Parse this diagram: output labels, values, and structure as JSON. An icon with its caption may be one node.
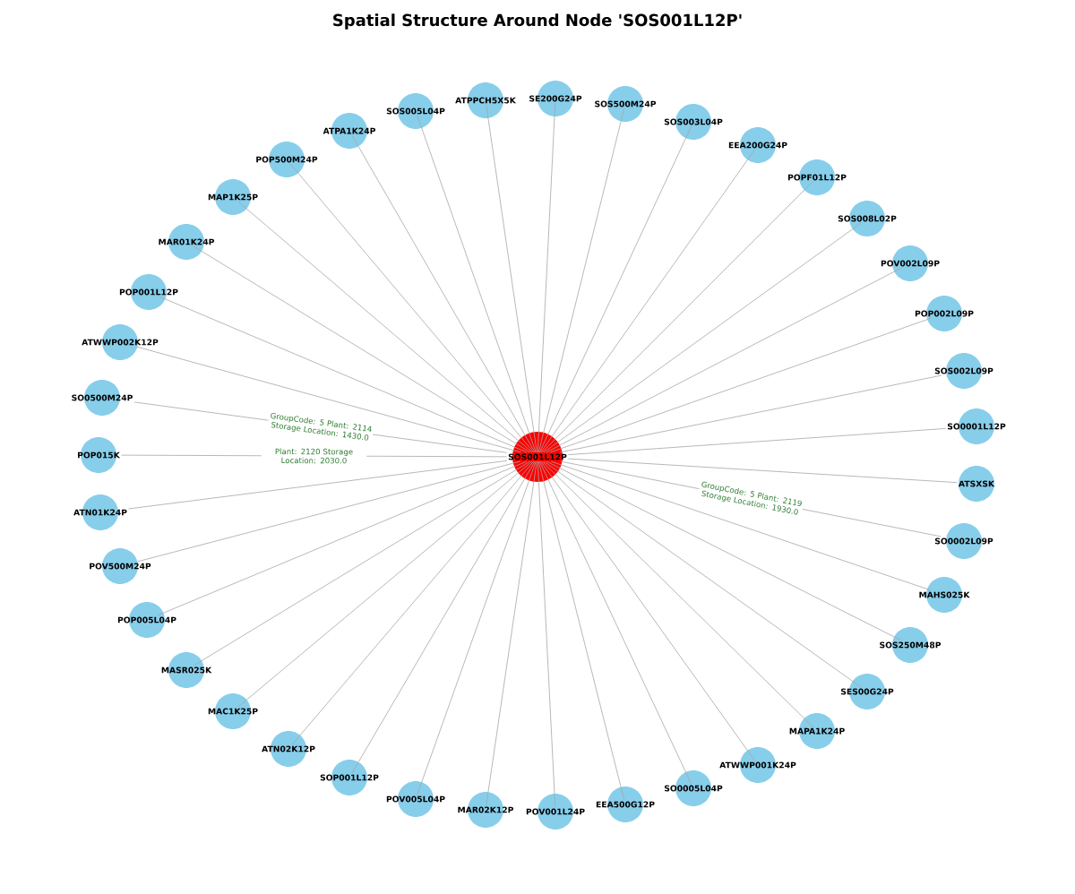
{
  "diagram": {
    "title": "Spatial Structure Around Node 'SOS001L12P'",
    "nodes": [
      {
        "text": [
          "SOS001L12P"
        ]
      },
      {
        "text": [
          "SE200G24P"
        ]
      },
      {
        "text": [
          "SOS500M24P"
        ]
      },
      {
        "text": [
          "SOS003L04P"
        ]
      },
      {
        "text": [
          "EEA200G24P"
        ]
      },
      {
        "text": [
          "POPF01L12P"
        ]
      },
      {
        "text": [
          "SOS008L02P"
        ]
      },
      {
        "text": [
          "POV002L09P"
        ]
      },
      {
        "text": [
          "POP002L09P"
        ]
      },
      {
        "text": [
          "SOS002L09P"
        ]
      },
      {
        "text": [
          "SO0001L12P"
        ]
      },
      {
        "text": [
          "ATSXSK"
        ]
      },
      {
        "text": [
          "SO0002L09P"
        ]
      },
      {
        "text": [
          "MAHS025K"
        ]
      },
      {
        "text": [
          "SOS250M48P"
        ]
      },
      {
        "text": [
          "SES00G24P"
        ]
      },
      {
        "text": [
          "MAPA1K24P"
        ]
      },
      {
        "text": [
          "ATWWP001K24P"
        ]
      },
      {
        "text": [
          "SO0005L04P"
        ]
      },
      {
        "text": [
          "EEA500G12P"
        ]
      },
      {
        "text": [
          "POV001L24P"
        ]
      },
      {
        "text": [
          "MAR02K12P"
        ]
      },
      {
        "text": [
          "POV005L04P"
        ]
      },
      {
        "text": [
          "SOP001L12P"
        ]
      },
      {
        "text": [
          "ATN02K12P"
        ]
      },
      {
        "text": [
          "MAC1K25P"
        ]
      },
      {
        "text": [
          "MASR025K"
        ]
      },
      {
        "text": [
          "POP005L04P"
        ]
      },
      {
        "text": [
          "POV500M24P"
        ]
      },
      {
        "text": [
          "ATN01K24P"
        ]
      },
      {
        "text": [
          "POP015K"
        ]
      },
      {
        "text": [
          "SO0500M24P"
        ]
      },
      {
        "text": [
          "ATWWP002K12P"
        ]
      },
      {
        "text": [
          "POP001L12P"
        ]
      },
      {
        "text": [
          "MAR01K24P"
        ]
      },
      {
        "text": [
          "MAP1K25P"
        ]
      },
      {
        "text": [
          "POP500M24P"
        ]
      },
      {
        "text": [
          "ATPA1K24P"
        ]
      },
      {
        "text": [
          "SOS005L04P"
        ]
      },
      {
        "text": [
          "ATPPCH5X5K"
        ]
      }
    ],
    "edges": [
      {
        "from": 0,
        "to": 1,
        "arrow": "none"
      },
      {
        "from": 0,
        "to": 2,
        "arrow": "none"
      },
      {
        "from": 0,
        "to": 3,
        "arrow": "none"
      },
      {
        "from": 0,
        "to": 4,
        "arrow": "none"
      },
      {
        "from": 0,
        "to": 5,
        "arrow": "none"
      },
      {
        "from": 0,
        "to": 6,
        "arrow": "none"
      },
      {
        "from": 0,
        "to": 7,
        "arrow": "none"
      },
      {
        "from": 0,
        "to": 8,
        "arrow": "none"
      },
      {
        "from": 0,
        "to": 9,
        "arrow": "none"
      },
      {
        "from": 0,
        "to": 10,
        "arrow": "none"
      },
      {
        "from": 0,
        "to": 11,
        "arrow": "none"
      },
      {
        "from": 0,
        "to": 12,
        "arrow": "none",
        "label": "GroupCode: 5 Plant: 2119 Storage Location: 1930.0"
      },
      {
        "from": 0,
        "to": 13,
        "arrow": "none"
      },
      {
        "from": 0,
        "to": 14,
        "arrow": "none"
      },
      {
        "from": 0,
        "to": 15,
        "arrow": "none"
      },
      {
        "from": 0,
        "to": 16,
        "arrow": "none"
      },
      {
        "from": 0,
        "to": 17,
        "arrow": "none"
      },
      {
        "from": 0,
        "to": 18,
        "arrow": "none"
      },
      {
        "from": 0,
        "to": 19,
        "arrow": "none"
      },
      {
        "from": 0,
        "to": 20,
        "arrow": "none"
      },
      {
        "from": 0,
        "to": 21,
        "arrow": "none"
      },
      {
        "from": 0,
        "to": 22,
        "arrow": "none"
      },
      {
        "from": 0,
        "to": 23,
        "arrow": "none"
      },
      {
        "from": 0,
        "to": 24,
        "arrow": "none"
      },
      {
        "from": 0,
        "to": 25,
        "arrow": "none"
      },
      {
        "from": 0,
        "to": 26,
        "arrow": "none"
      },
      {
        "from": 0,
        "to": 27,
        "arrow": "none"
      },
      {
        "from": 0,
        "to": 28,
        "arrow": "none"
      },
      {
        "from": 0,
        "to": 29,
        "arrow": "none"
      },
      {
        "from": 0,
        "to": 30,
        "arrow": "none",
        "label": "Plant: 2120 Storage Location: 2030.0"
      },
      {
        "from": 0,
        "to": 31,
        "arrow": "none",
        "label": "GroupCode: 5 Plant: 2114 Storage Location: 1430.0"
      },
      {
        "from": 0,
        "to": 32,
        "arrow": "none"
      },
      {
        "from": 0,
        "to": 33,
        "arrow": "none"
      },
      {
        "from": 0,
        "to": 34,
        "arrow": "none"
      },
      {
        "from": 0,
        "to": 35,
        "arrow": "none"
      },
      {
        "from": 0,
        "to": 36,
        "arrow": "none"
      },
      {
        "from": 0,
        "to": 37,
        "arrow": "none"
      },
      {
        "from": 0,
        "to": 38,
        "arrow": "none"
      },
      {
        "from": 0,
        "to": 39,
        "arrow": "none"
      }
    ]
  }
}
